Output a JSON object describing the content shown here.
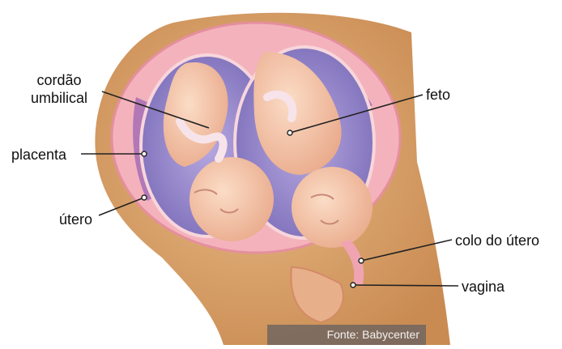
{
  "labels": {
    "cordao_line1": "cordão",
    "cordao_line2": "umbilical",
    "placenta": "placenta",
    "utero": "útero",
    "feto": "feto",
    "colo": "colo do útero",
    "vagina": "vagina"
  },
  "credit": "Fonte: Babycenter",
  "colors": {
    "skin": "#d9a36d",
    "uterus_wall": "#f2a5b0",
    "amniotic": "#8c7fc4",
    "placenta": "#b77bb8",
    "fetus": "#f3c7a8",
    "leader_line": "#222222"
  }
}
